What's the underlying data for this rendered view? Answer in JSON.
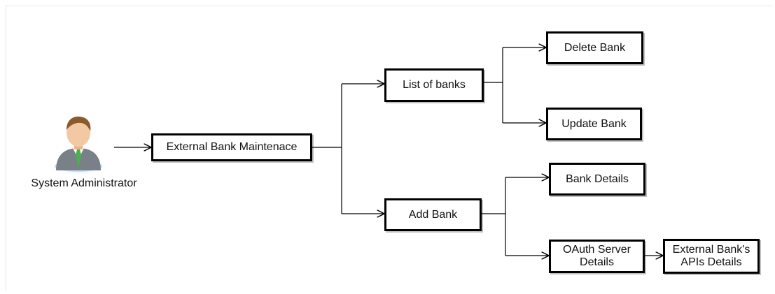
{
  "actor": {
    "label": "System Administrator",
    "icon": "user-icon"
  },
  "nodes": {
    "maintenance": "External Bank Maintenace",
    "list_of_banks": "List of banks",
    "add_bank": "Add Bank",
    "delete_bank": "Delete Bank",
    "update_bank": "Update Bank",
    "bank_details": "Bank Details",
    "oauth_server_details": "OAuth Server\nDetails",
    "external_bank_apis_details": "External Bank's\nAPIs Details"
  },
  "colors": {
    "line": "#000000",
    "box_border": "#000000",
    "tie": "#4caf50",
    "suit": "#7a8088",
    "face": "#f3c9a3",
    "hair": "#8a5a2b"
  }
}
